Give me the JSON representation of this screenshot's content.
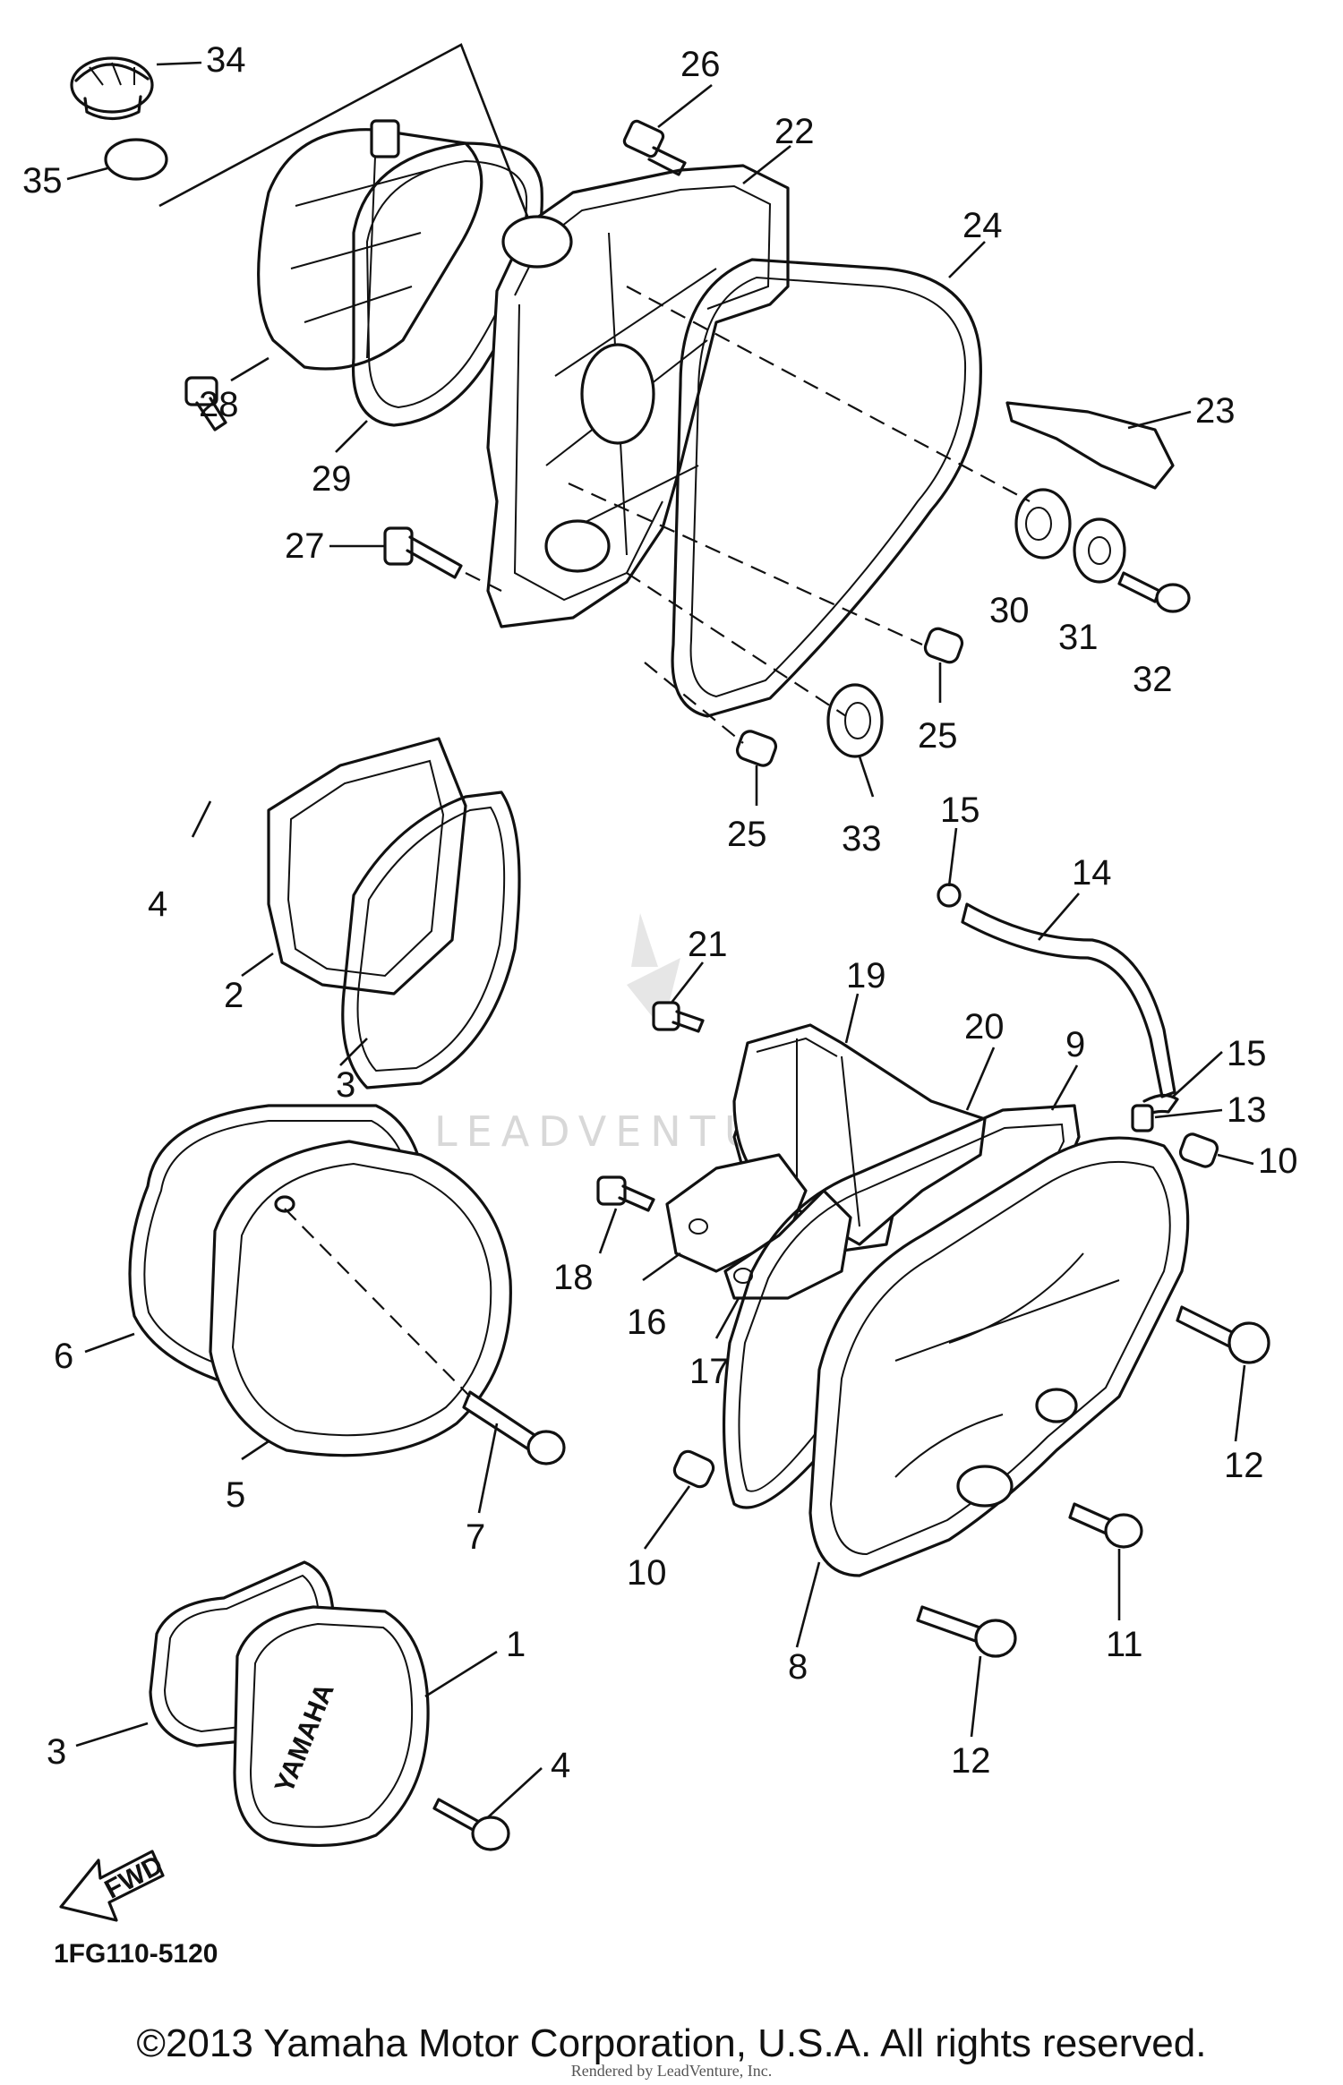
{
  "labels": {
    "p1": "1",
    "p2": "2",
    "p3a": "3",
    "p3b": "3",
    "p4a": "4",
    "p4b": "4",
    "p5": "5",
    "p6": "6",
    "p7": "7",
    "p8": "8",
    "p9": "9",
    "p10a": "10",
    "p10b": "10",
    "p11": "11",
    "p12a": "12",
    "p12b": "12",
    "p13": "13",
    "p14": "14",
    "p15a": "15",
    "p15b": "15",
    "p16": "16",
    "p17": "17",
    "p18": "18",
    "p19": "19",
    "p20": "20",
    "p21": "21",
    "p22": "22",
    "p23": "23",
    "p24": "24",
    "p25a": "25",
    "p25b": "25",
    "p26": "26",
    "p27": "27",
    "p28": "28",
    "p29": "29",
    "p30": "30",
    "p31": "31",
    "p32": "32",
    "p33": "33",
    "p34": "34",
    "p35": "35"
  },
  "fwd_label": "FWD",
  "cover_logo": "YAMAHA",
  "diagram_code": "1FG110-5120",
  "watermark": "LEADVENTURE",
  "copyright": "©2013 Yamaha Motor Corporation, U.S.A. All rights reserved.",
  "small_print": "Rendered by LeadVenture, Inc."
}
